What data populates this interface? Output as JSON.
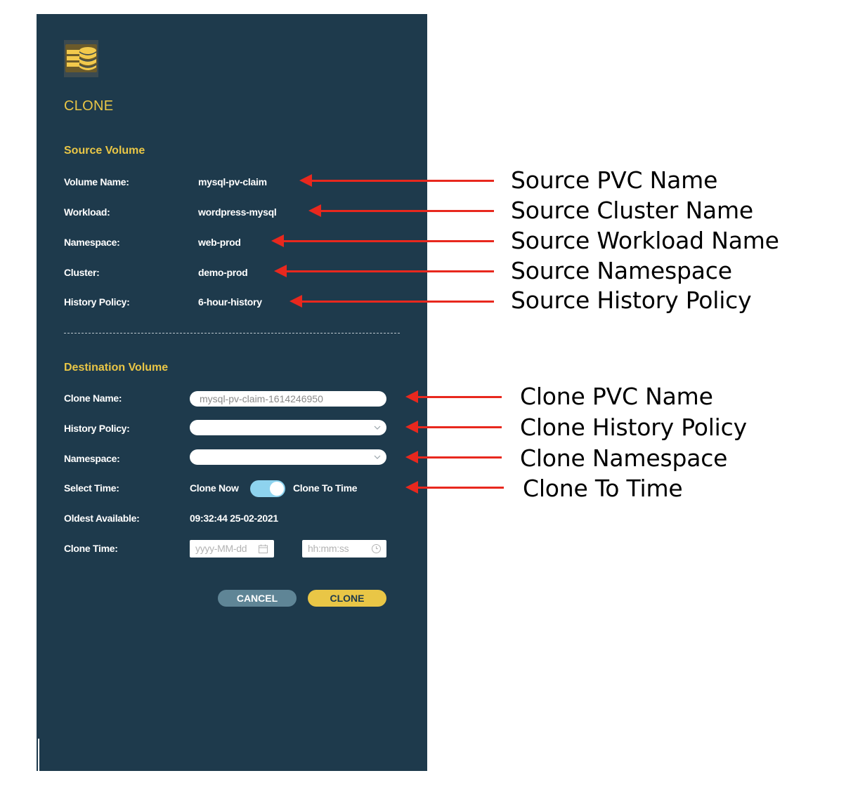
{
  "dialog": {
    "title": "CLONE",
    "source_section": "Source Volume",
    "destination_section": "Destination Volume"
  },
  "source": {
    "fields": [
      {
        "label": "Volume Name:",
        "value": "mysql-pv-claim"
      },
      {
        "label": "Workload:",
        "value": "wordpress-mysql"
      },
      {
        "label": "Namespace:",
        "value": "web-prod"
      },
      {
        "label": "Cluster:",
        "value": "demo-prod"
      },
      {
        "label": "History Policy:",
        "value": "6-hour-history"
      }
    ]
  },
  "destination": {
    "clone_name_label": "Clone Name:",
    "clone_name_value": "mysql-pv-claim-1614246950",
    "history_policy_label": "History Policy:",
    "namespace_label": "Namespace:",
    "select_time_label": "Select Time:",
    "clone_now_label": "Clone Now",
    "clone_to_time_label": "Clone To Time",
    "oldest_available_label": "Oldest Available:",
    "oldest_available_value": "09:32:44 25-02-2021",
    "clone_time_label": "Clone Time:",
    "date_placeholder": "yyyy-MM-dd",
    "time_placeholder": "hh:mm:ss"
  },
  "buttons": {
    "cancel": "CANCEL",
    "clone": "CLONE"
  },
  "annotations": [
    "Source PVC Name",
    "Source Cluster Name",
    "Source Workload Name",
    "Source Namespace",
    "Source History Policy",
    "Clone PVC Name",
    "Clone History Policy",
    "Clone Namespace",
    "Clone To Time"
  ],
  "colors": {
    "panel_bg": "#1e3a4c",
    "accent_yellow": "#e9c646",
    "toggle_on": "#8ed3ee",
    "cancel_button": "#5f8596",
    "arrow_red": "#e8281e"
  },
  "icons": {
    "logo": "database-stack-icon",
    "dropdown": "chevron-down-icon",
    "date": "calendar-icon",
    "time": "clock-icon"
  }
}
